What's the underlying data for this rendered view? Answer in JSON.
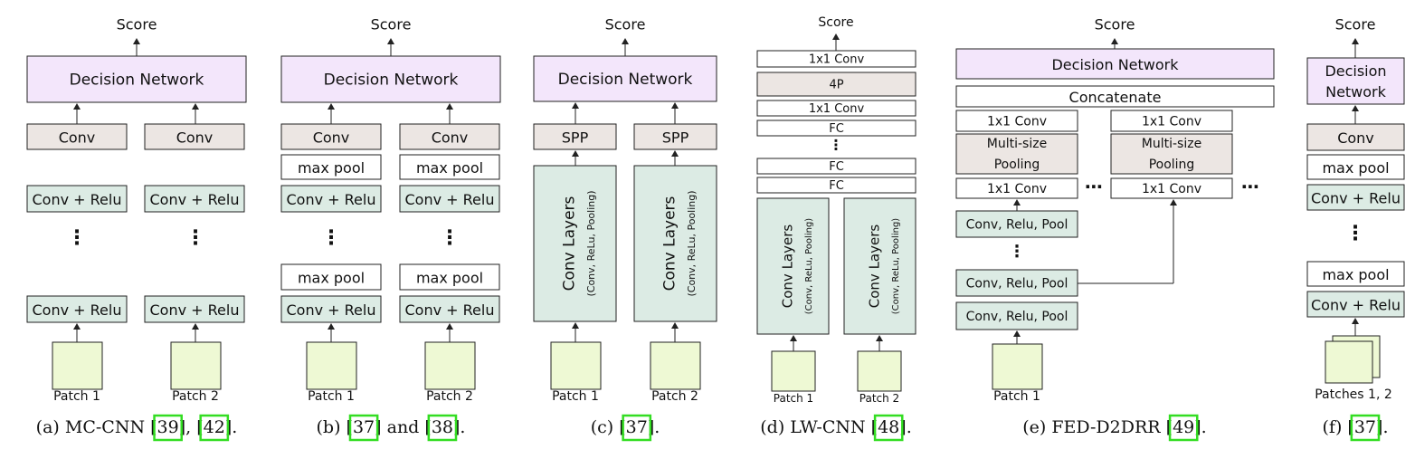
{
  "colors": {
    "decision": "#f3e6fb",
    "conv": "#ece6e3",
    "relu": "#dcebe4",
    "patch": "#eef9d4",
    "white": "#ffffff",
    "stroke": "#222222",
    "ref_box": "#33dd22"
  },
  "labels": {
    "score": "Score",
    "decision_network": "Decision Network",
    "decision_line1": "Decision",
    "decision_line2": "Network",
    "conv": "Conv",
    "max_pool": "max pool",
    "conv_relu": "Conv + Relu",
    "spp": "SPP",
    "conv_layers": "Conv Layers",
    "conv_layers_sub": "(Conv, ReLu, Pooling)",
    "one_by_one": "1x1 Conv",
    "fourP": "4P",
    "fc": "FC",
    "concatenate": "Concatenate",
    "multisize_1": "Multi-size",
    "multisize_2": "Pooling",
    "crp": "Conv, Relu, Pool",
    "patch1": "Patch 1",
    "patch2": "Patch 2",
    "patches12": "Patches 1, 2",
    "vdots": "⋮",
    "hdots": "⋯"
  },
  "captions": [
    {
      "id": "a",
      "parts": [
        {
          "t": "(a) MC-CNN "
        },
        {
          "ref": "39"
        },
        {
          "t": ", "
        },
        {
          "ref": "42"
        },
        {
          "t": "."
        }
      ]
    },
    {
      "id": "b",
      "parts": [
        {
          "t": "(b) "
        },
        {
          "ref": "37"
        },
        {
          "t": " and "
        },
        {
          "ref": "38"
        },
        {
          "t": "."
        }
      ]
    },
    {
      "id": "c",
      "parts": [
        {
          "t": "(c) "
        },
        {
          "ref": "37"
        },
        {
          "t": "."
        }
      ]
    },
    {
      "id": "d",
      "parts": [
        {
          "t": "(d) LW-CNN "
        },
        {
          "ref": "48"
        },
        {
          "t": "."
        }
      ]
    },
    {
      "id": "e",
      "parts": [
        {
          "t": "(e) FED-D2DRR "
        },
        {
          "ref": "49"
        },
        {
          "t": "."
        }
      ]
    },
    {
      "id": "f",
      "parts": [
        {
          "t": "(f) "
        },
        {
          "ref": "37"
        },
        {
          "t": "."
        }
      ]
    }
  ]
}
